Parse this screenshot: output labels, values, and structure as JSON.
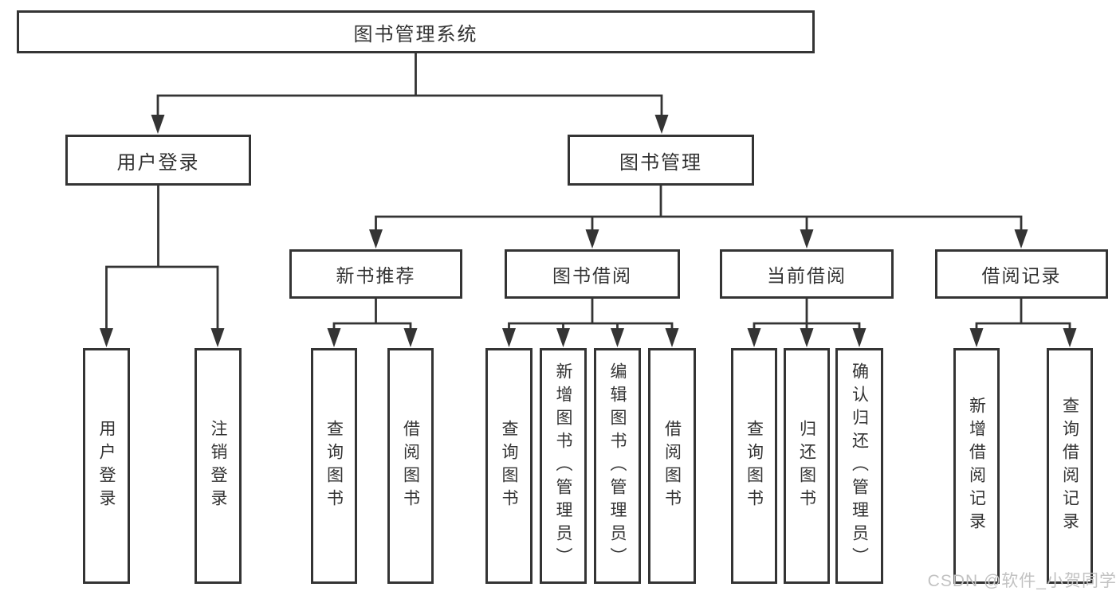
{
  "root": {
    "label": "图书管理系统"
  },
  "level2": [
    {
      "label": "用户登录",
      "children": [
        {
          "label": "用户登录"
        },
        {
          "label": "注销登录"
        }
      ]
    },
    {
      "label": "图书管理",
      "children": [
        {
          "label": "新书推荐",
          "children": [
            {
              "label": "查询图书"
            },
            {
              "label": "借阅图书"
            }
          ]
        },
        {
          "label": "图书借阅",
          "children": [
            {
              "label": "查询图书"
            },
            {
              "label": "新增图书（管理员）"
            },
            {
              "label": "编辑图书（管理员）"
            },
            {
              "label": "借阅图书"
            }
          ]
        },
        {
          "label": "当前借阅",
          "children": [
            {
              "label": "查询图书"
            },
            {
              "label": "归还图书"
            },
            {
              "label": "确认归还（管理员）"
            }
          ]
        },
        {
          "label": "借阅记录",
          "children": [
            {
              "label": "新增借阅记录"
            },
            {
              "label": "查询借阅记录"
            }
          ]
        }
      ]
    }
  ],
  "watermark": "CSDN @软件_小贺同学",
  "colors": {
    "line": "#343434",
    "text": "#333333",
    "watermark": "#c2c2c2",
    "background": "#ffffff"
  }
}
